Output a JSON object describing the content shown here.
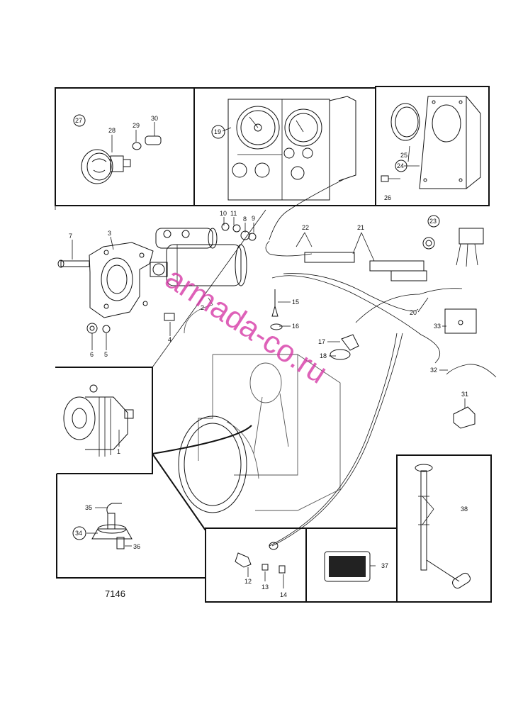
{
  "drawing_number": "7146",
  "watermark": "armada-co.ru",
  "callouts": {
    "c1": "1",
    "c2": "2",
    "c3": "3",
    "c4": "4",
    "c5": "5",
    "c6": "6",
    "c7": "7",
    "c8": "8",
    "c9": "9",
    "c10": "10",
    "c11": "11",
    "c12": "12",
    "c13": "13",
    "c14": "14",
    "c15": "15",
    "c16": "16",
    "c17": "17",
    "c18": "18",
    "c19": "19",
    "c20": "20",
    "c21": "21",
    "c22": "22",
    "c23": "23",
    "c24": "24",
    "c25": "25",
    "c26": "26",
    "c27": "27",
    "c28": "28",
    "c29": "29",
    "c30": "30",
    "c31": "31",
    "c32": "32",
    "c33": "33",
    "c34": "34",
    "c35": "35",
    "c36": "36",
    "c37": "37",
    "c38": "38"
  }
}
